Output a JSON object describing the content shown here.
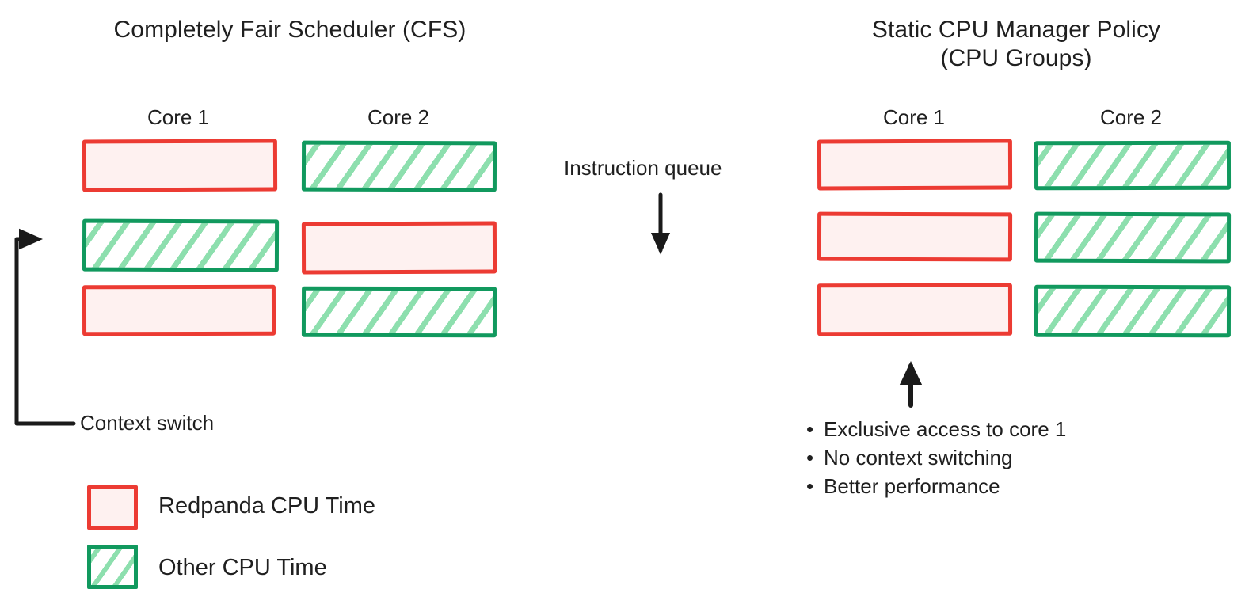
{
  "colors": {
    "redpanda_border": "#ec3b33",
    "redpanda_fill": "#fef1f0",
    "other_border": "#11995e",
    "other_hatch": "#8ddfae",
    "text": "#1f1f1f",
    "arrow": "#1a1a1a",
    "background": "#ffffff"
  },
  "left_panel": {
    "title": "Completely Fair Scheduler (CFS)",
    "cores": [
      {
        "label": "Core 1",
        "slots": [
          "redpanda",
          "other",
          "redpanda"
        ]
      },
      {
        "label": "Core 2",
        "slots": [
          "other",
          "redpanda",
          "other"
        ]
      }
    ],
    "annotation": "Context switch"
  },
  "middle": {
    "label": "Instruction queue",
    "arrow_direction": "down"
  },
  "right_panel": {
    "title": "Static CPU Manager Policy\n(CPU Groups)",
    "cores": [
      {
        "label": "Core 1",
        "slots": [
          "redpanda",
          "redpanda",
          "redpanda"
        ]
      },
      {
        "label": "Core 2",
        "slots": [
          "other",
          "other",
          "other"
        ]
      }
    ],
    "callout_arrow_direction": "up",
    "bullets": [
      "Exclusive access to core 1",
      "No context switching",
      "Better performance"
    ]
  },
  "legend": {
    "items": [
      {
        "swatch": "redpanda",
        "label": "Redpanda CPU Time"
      },
      {
        "swatch": "other",
        "label": "Other CPU Time"
      }
    ]
  }
}
